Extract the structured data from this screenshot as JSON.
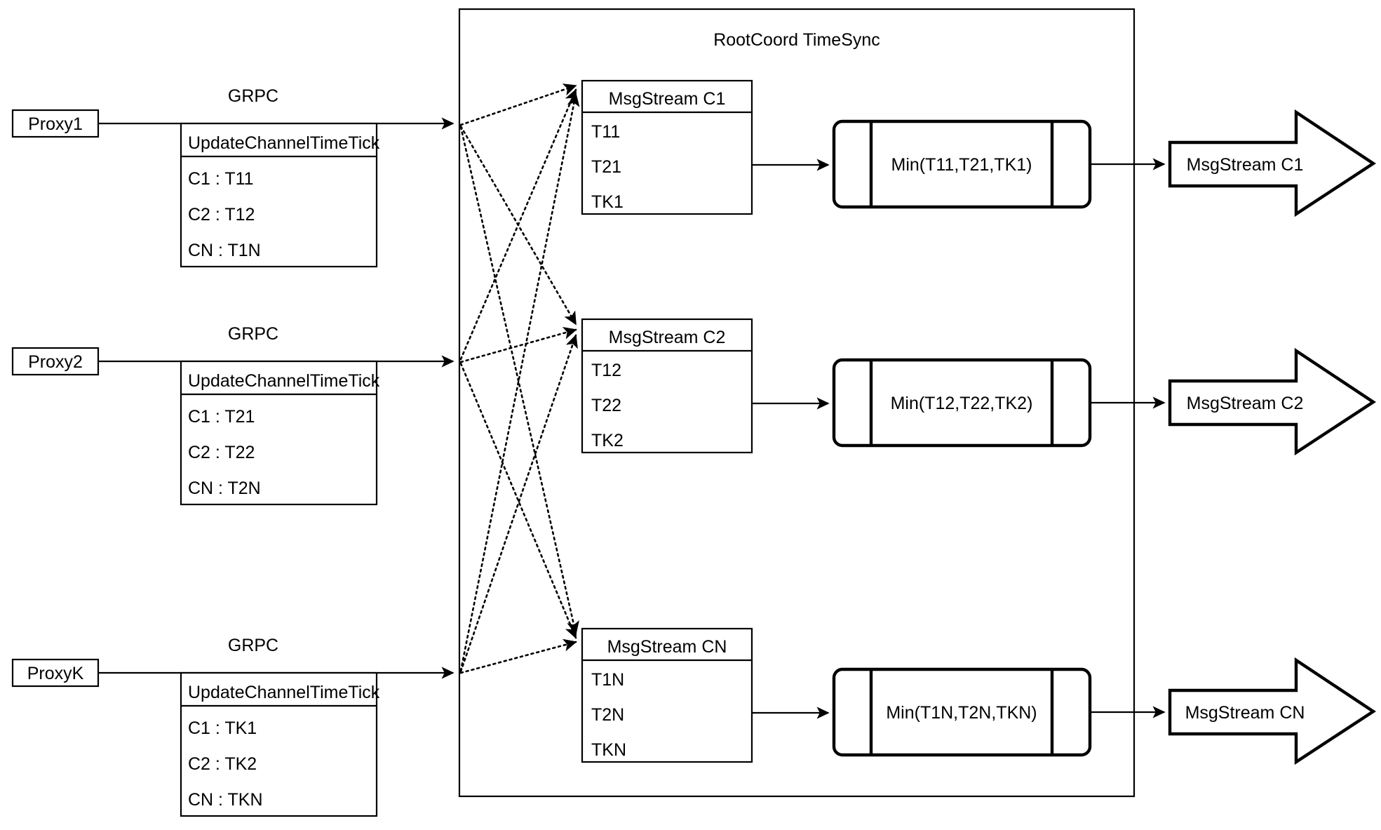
{
  "diagram": {
    "container": {
      "title": "RootCoord TimeSync"
    },
    "rows": [
      {
        "proxy": {
          "label": "Proxy1"
        },
        "link_label": "GRPC",
        "request": {
          "header": "UpdateChannelTimeTick",
          "entries": [
            "C1 :  T11",
            "C2 :  T12",
            "CN : T1N"
          ]
        },
        "msgstream": {
          "header": "MsgStream C1",
          "entries": [
            "T11",
            "T21",
            "TK1"
          ]
        },
        "process": {
          "label": "Min(T11,T21,TK1)"
        },
        "output": {
          "label": "MsgStream C1"
        }
      },
      {
        "proxy": {
          "label": "Proxy2"
        },
        "link_label": "GRPC",
        "request": {
          "header": "UpdateChannelTimeTick",
          "entries": [
            "C1 :  T21",
            "C2 :  T22",
            "CN : T2N"
          ]
        },
        "msgstream": {
          "header": "MsgStream C2",
          "entries": [
            "T12",
            "T22",
            "TK2"
          ]
        },
        "process": {
          "label": "Min(T12,T22,TK2)"
        },
        "output": {
          "label": "MsgStream C2"
        }
      },
      {
        "proxy": {
          "label": "ProxyK"
        },
        "link_label": "GRPC",
        "request": {
          "header": "UpdateChannelTimeTick",
          "entries": [
            "C1 :  TK1",
            "C2 :  TK2",
            "CN : TKN"
          ]
        },
        "msgstream": {
          "header": "MsgStream CN",
          "entries": [
            "T1N",
            "T2N",
            "TKN"
          ]
        },
        "process": {
          "label": "Min(T1N,T2N,TKN)"
        },
        "output": {
          "label": "MsgStream CN"
        }
      }
    ],
    "colors": {
      "stroke": "#000000",
      "fill": "#ffffff",
      "background": "#ffffff"
    }
  }
}
